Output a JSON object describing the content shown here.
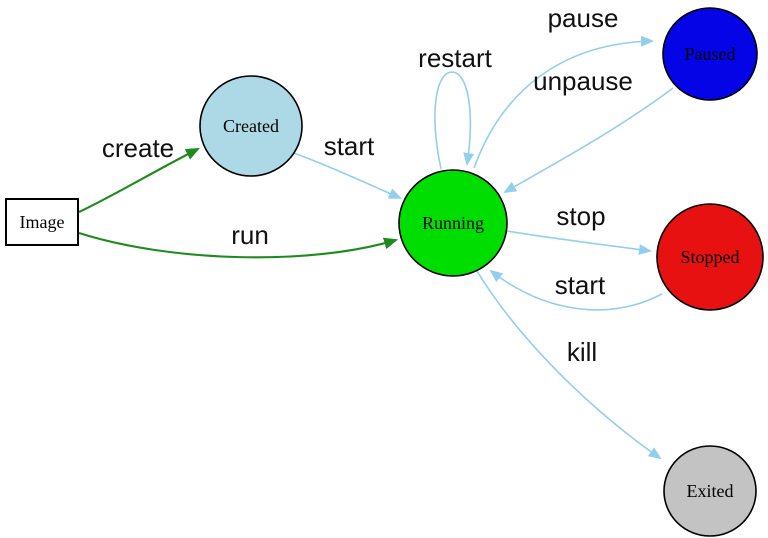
{
  "diagram_type": "state-diagram",
  "colors": {
    "background": "#ffffff",
    "edge_blue": "#92cfec",
    "edge_green": "#1f8b1f",
    "node_stroke": "#000000",
    "image_border": "#2233cc",
    "edge_label_text": "#111111",
    "node_label_text": "#000000"
  },
  "nodes": {
    "image": {
      "label": "Image",
      "shape": "rectangle",
      "fill": "#ffffff"
    },
    "created": {
      "label": "Created",
      "shape": "ellipse",
      "fill": "#add8e6"
    },
    "running": {
      "label": "Running",
      "shape": "ellipse",
      "fill": "#00dd00"
    },
    "paused": {
      "label": "Paused",
      "shape": "ellipse",
      "fill": "#0404e6"
    },
    "stopped": {
      "label": "Stopped",
      "shape": "ellipse",
      "fill": "#e81111"
    },
    "exited": {
      "label": "Exited",
      "shape": "ellipse",
      "fill": "#c3c3c3"
    }
  },
  "edges": {
    "create": {
      "label": "create",
      "from": "Image",
      "to": "Created"
    },
    "run": {
      "label": "run",
      "from": "Image",
      "to": "Running"
    },
    "start_created": {
      "label": "start",
      "from": "Created",
      "to": "Running"
    },
    "restart": {
      "label": "restart",
      "from": "Running",
      "to": "Running"
    },
    "pause": {
      "label": "pause",
      "from": "Running",
      "to": "Paused"
    },
    "unpause": {
      "label": "unpause",
      "from": "Paused",
      "to": "Running"
    },
    "stop": {
      "label": "stop",
      "from": "Running",
      "to": "Stopped"
    },
    "start_stopped": {
      "label": "start",
      "from": "Stopped",
      "to": "Running"
    },
    "kill": {
      "label": "kill",
      "from": "Running",
      "to": "Exited"
    }
  }
}
